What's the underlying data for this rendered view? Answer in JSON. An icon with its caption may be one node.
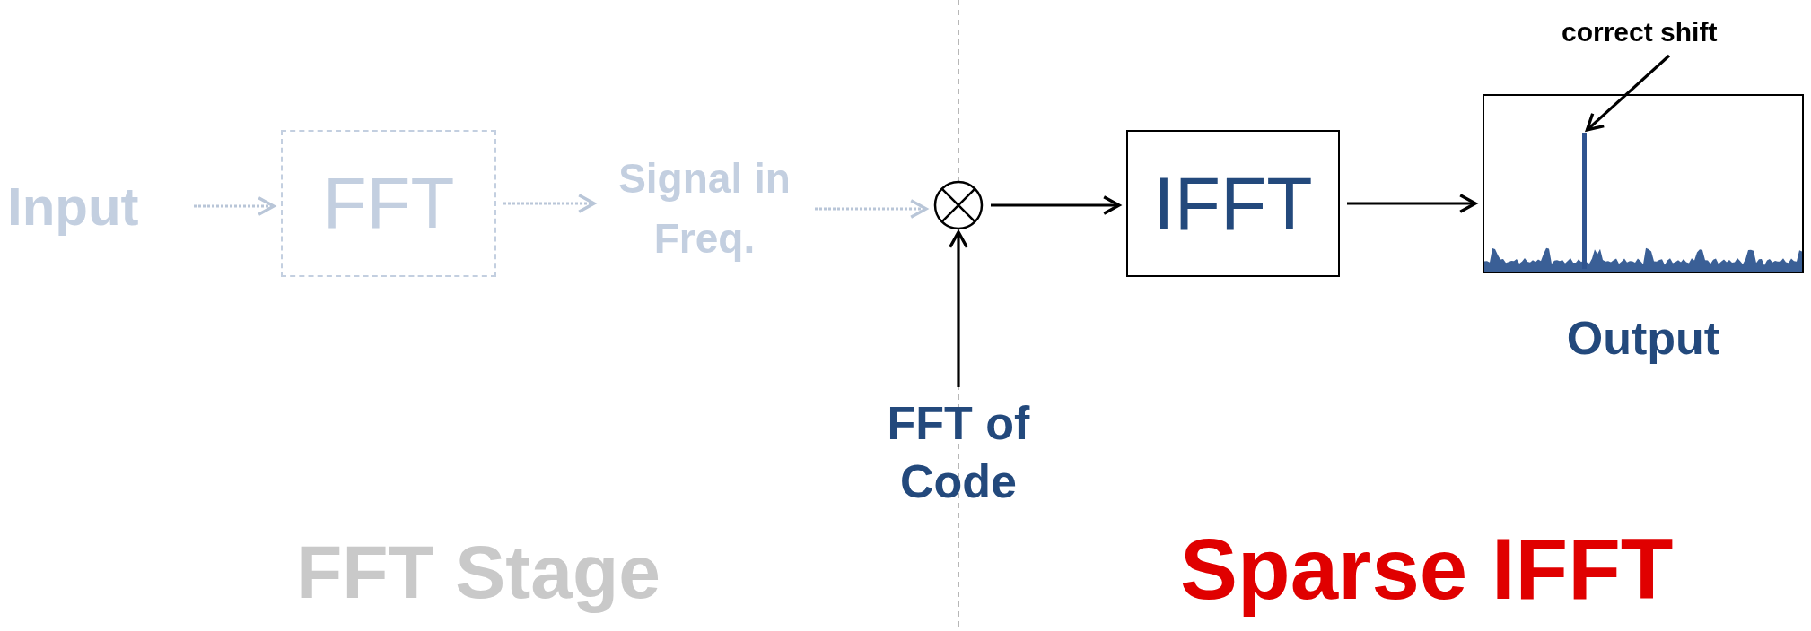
{
  "diagram": {
    "nodes": [
      {
        "text": [
          "Input"
        ]
      },
      {
        "text": [
          "FFT"
        ]
      },
      {
        "text": [
          "Signal in Freq."
        ]
      },
      {
        "text": [],
        "shape": "circle"
      },
      {
        "text": [
          "FFT of Code"
        ]
      },
      {
        "text": [
          "IFFT"
        ]
      },
      {
        "text": [
          "Output"
        ]
      },
      {
        "text": [],
        "shape": "bar",
        "in": 6
      },
      {
        "text": [
          "correct shift"
        ]
      }
    ],
    "edges": [
      {
        "from": 0,
        "to": 1,
        "arrow": "to",
        "style": "dashed",
        "color": "#b9c6d8"
      },
      {
        "from": 1,
        "to": 2,
        "arrow": "to",
        "style": "dashed",
        "color": "#b9c6d8"
      },
      {
        "from": 2,
        "to": 3,
        "arrow": "to",
        "style": "dashed",
        "color": "#b9c6d8"
      },
      {
        "from": 4,
        "to": 3,
        "arrow": "to"
      },
      {
        "from": 3,
        "to": 5,
        "arrow": "to"
      },
      {
        "from": 5,
        "to": 6,
        "arrow": "to"
      },
      {
        "from": 8,
        "to": 7,
        "arrow": "to"
      }
    ],
    "labels": [
      "FFT Stage",
      "Sparse IFFT"
    ]
  }
}
